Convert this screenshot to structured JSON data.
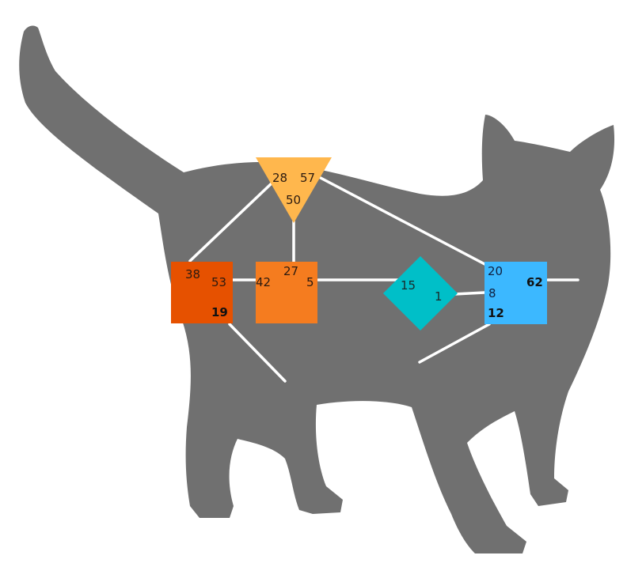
{
  "colors": {
    "silhouette": "#707070",
    "edge": "#ffffff",
    "triangle": "#ffb74d",
    "square_dark_orange": "#e65100",
    "square_orange": "#f57c1f",
    "diamond": "#00bfc8",
    "square_blue": "#3cb8ff",
    "text_dark": "#2b1a10",
    "text_bold": "#111111",
    "text_blue_node": "#102040"
  },
  "nodes": {
    "triangle": {
      "label_top_left": "28",
      "label_top_right": "57",
      "label_bottom": "50"
    },
    "square_left": {
      "label_top_left": "38",
      "label_right": "53",
      "label_bottom_right": "19"
    },
    "square_middle": {
      "label_top": "27",
      "label_left": "42",
      "label_right": "5"
    },
    "diamond": {
      "label_left": "15",
      "label_right": "1"
    },
    "square_right": {
      "label_top_left": "20",
      "label_left": "8",
      "label_right": "62",
      "label_bottom_left": "12"
    }
  }
}
